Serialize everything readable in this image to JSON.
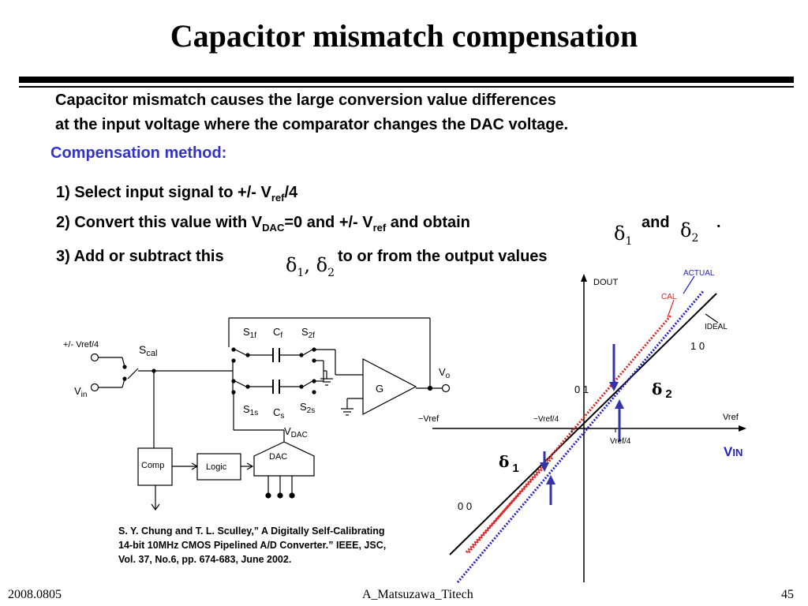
{
  "title": "Capacitor mismatch compensation",
  "intro": {
    "line1": "Capacitor mismatch causes the large conversion value differences",
    "line2": "at the input voltage  where the comparator changes the DAC voltage."
  },
  "method_heading": "Compensation method:",
  "steps": {
    "s1": "1) Select input signal to +/- V",
    "s1_sub": "ref",
    "s1_end": "/4",
    "s2a": "2) Convert this value with V",
    "s2_sub1": "DAC",
    "s2b": "=0 and +/- V",
    "s2_sub2": "ref",
    "s2c": " and obtain",
    "s2_and": "and",
    "s2_end": ".",
    "s3a": "3) Add or subtract this",
    "s3b": "to or from  the output values"
  },
  "greek": {
    "delta": "δ",
    "one": "1",
    "two": "2",
    "comma": ","
  },
  "circuit": {
    "vin_range": "+/- Vref/4",
    "vin": "V",
    "vin_sub": "in",
    "scal": "S",
    "scal_sub": "cal",
    "s1f": "S",
    "s1f_sub": "1f",
    "cf": "C",
    "cf_sub": "f",
    "s2f": "S",
    "s2f_sub": "2f",
    "s1s": "S",
    "s1s_sub": "1s",
    "cs": "C",
    "cs_sub": "s",
    "s2s": "S",
    "s2s_sub": "2s",
    "amp": "G",
    "vo": "V",
    "vo_sub": "o",
    "vdac": "V",
    "vdac_sub": "DAC",
    "comp": "Comp",
    "logic": "Logic",
    "dac": "DAC"
  },
  "graph": {
    "y_axis": "DOUT",
    "x_axis": "V",
    "x_axis_sub": "IN",
    "neg_vref": "−Vref",
    "neg_vref4": "−Vref/4",
    "vref": "Vref",
    "vref4": "Vref/4",
    "code_10": "1 0",
    "code_01": "0 1",
    "code_00": "0 0",
    "actual": "ACTUAL",
    "cal": "CAL",
    "ideal": "IDEAL",
    "delta1": "δ",
    "delta1_sub": "1",
    "delta2": "δ",
    "delta2_sub": "2",
    "colors": {
      "actual": "#2222cc",
      "cal": "#dd2222",
      "ideal": "#000000",
      "label": "#2222cc"
    }
  },
  "citation": "S. Y. Chung and T. L. Sculley,” A Digitally Self-Calibrating\n14-bit 10MHz CMOS Pipelined A/D Converter.” IEEE, JSC,\nVol. 37, No.6, pp. 674-683, June 2002.",
  "footer": {
    "date": "2008.0805",
    "author": "A_Matsuzawa_Titech",
    "page": "45"
  }
}
